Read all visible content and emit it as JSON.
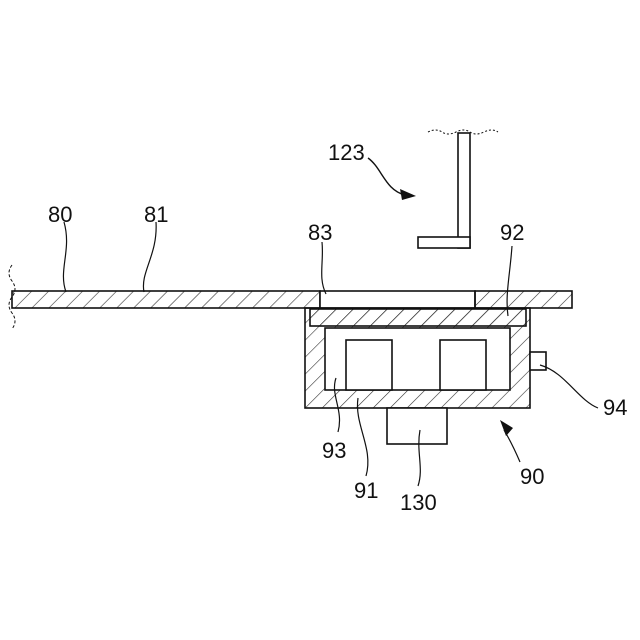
{
  "figure": {
    "labels": {
      "l80": "80",
      "l81": "81",
      "l83": "83",
      "l92": "92",
      "l123": "123",
      "l93": "93",
      "l91": "91",
      "l130": "130",
      "l94": "94",
      "l90": "90"
    },
    "colors": {
      "line": "#111111",
      "hatch": "#333333",
      "background": "#ffffff"
    }
  }
}
